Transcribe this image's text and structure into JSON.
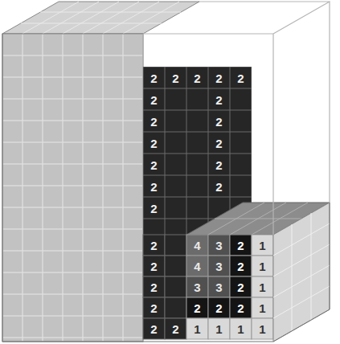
{
  "diagram": {
    "labels": [
      "4",
      "3",
      "2",
      "1",
      "4",
      "3",
      "2",
      "1",
      "3",
      "3",
      "2",
      "1",
      "2",
      "2",
      "2",
      "1",
      "1",
      "1",
      "1",
      "1",
      "2",
      "2",
      "2",
      "2",
      "2",
      "2",
      "2",
      "2",
      "2",
      "2",
      "2",
      "2",
      "2",
      "2",
      "2",
      "2",
      "2",
      "2",
      "2",
      "2",
      "2",
      "2"
    ]
  }
}
